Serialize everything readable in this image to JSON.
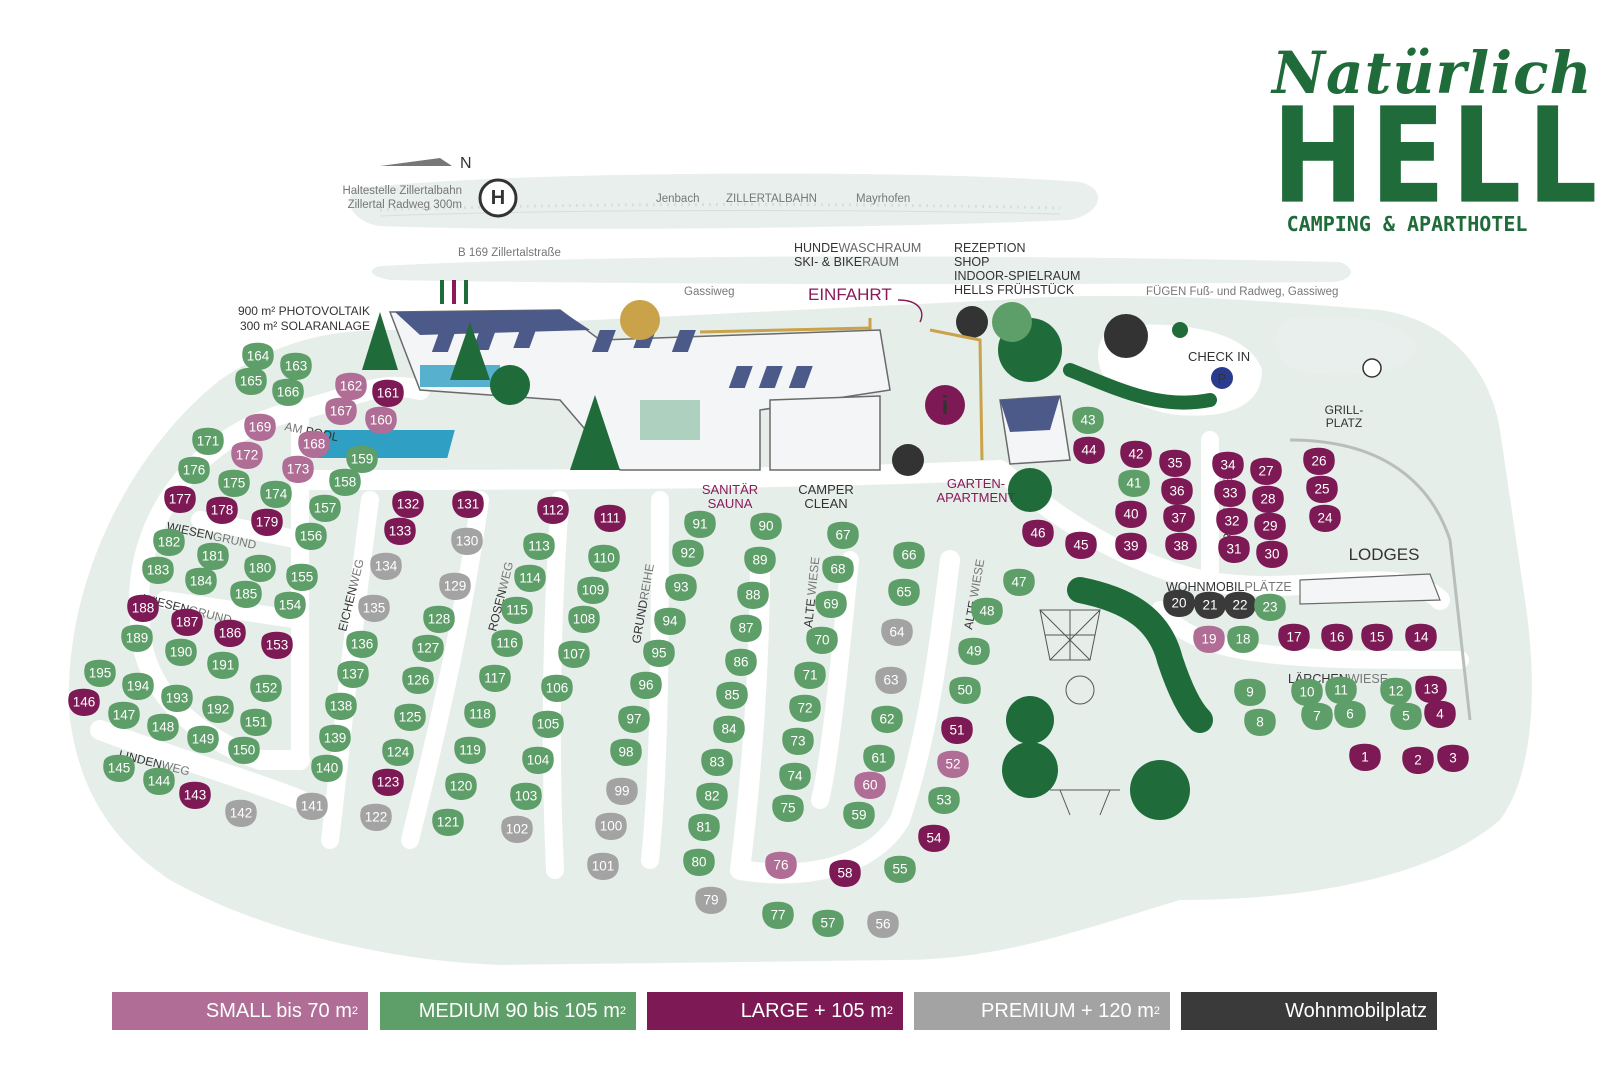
{
  "logo": {
    "script": "Natürlich",
    "main": "HELL",
    "sub": "CAMPING & APARTHOTEL"
  },
  "north": "N",
  "labels": {
    "stop_line1": "Haltestelle Zillertalbahn",
    "stop_line2": "Zillertal Radweg 300m",
    "stop_icon": "H",
    "train_west": "Jenbach",
    "train": "ZILLERTALBAHN",
    "train_east": "Mayrhofen",
    "highway": "B 169 Zillertalstraße",
    "gassiweg": "Gassiweg",
    "fuegen": "FÜGEN Fuß- und Radweg, Gassiweg",
    "pv1": "900 m² PHOTOVOLTAIK",
    "pv2": "300 m² SOLARANLAGE",
    "hunde_a": "HUNDE",
    "hunde_b": "WASCHRAUM",
    "ski_a": "SKI- & BIKE",
    "ski_b": "RAUM",
    "einfahrt": "EINFAHRT",
    "rezeption": "REZEPTION",
    "shop": "SHOP",
    "indoor": "INDOOR-SPIELRAUM",
    "fruehstueck": "HELLS FRÜHSTÜCK",
    "checkin": "CHECK IN",
    "parking": "P",
    "grill1": "GRILL-",
    "grill2": "PLATZ",
    "info": "i",
    "sanitaer": "SANITÄR",
    "sauna": "SAUNA",
    "camper1": "CAMPER",
    "camper2": "CLEAN",
    "garten1": "GARTEN-",
    "garten2": "APARTMENT",
    "lodges": "LODGES",
    "wohnmobil_a": "WOHNMOBIL",
    "wohnmobil_b": "PLÄTZE",
    "laerchen_a": "LÄRCHEN",
    "laerchen_b": "WIESE",
    "laerchenwiese_v_a": "LÄRCHEN",
    "laerchenwiese_v_b": "WIESE",
    "am_pool_a": "AM",
    "am_pool_b": "POOL",
    "wiesen1_a": "WIESEN",
    "wiesen1_b": "GRUND",
    "wiesen2_a": "WIESEN",
    "wiesen2_b": "GRUND",
    "linden_a": "LINDEN",
    "linden_b": "WEG",
    "eichenweg_a": "EICHEN",
    "eichenweg_b": "WEG",
    "rosenweg_a": "ROSEN",
    "rosenweg_b": "WEG",
    "grundreihe_a": "GRUND",
    "grundreihe_b": "REIHE",
    "altewiese1_a": "ALTE",
    "altewiese1_b": "WIESE",
    "altewiese2_a": "ALTE",
    "altewiese2_b": "WIESE"
  },
  "colors": {
    "small": "#b06d95",
    "medium": "#5e9e68",
    "large": "#7d1a55",
    "premium": "#a3a3a3",
    "wohnmobil": "#3a3a3a",
    "ground": "#e6eeea",
    "brand_green": "#1f6b3a",
    "accent_red": "#8a1a5a"
  },
  "legend": [
    {
      "label": "SMALL bis 70 m",
      "sup": "2",
      "color": "#b06d95"
    },
    {
      "label": "MEDIUM 90 bis 105 m",
      "sup": "2",
      "color": "#5e9e68"
    },
    {
      "label": "LARGE + 105 m",
      "sup": "2",
      "color": "#7d1a55"
    },
    {
      "label": "PREMIUM + 120 m",
      "sup": "2",
      "color": "#a3a3a3"
    },
    {
      "label": "Wohnmobilplatz",
      "sup": "",
      "color": "#3a3a3a"
    }
  ],
  "pitches": [
    {
      "n": "1",
      "t": "large"
    },
    {
      "n": "2",
      "t": "large"
    },
    {
      "n": "3",
      "t": "large"
    },
    {
      "n": "4",
      "t": "large"
    },
    {
      "n": "5",
      "t": "medium"
    },
    {
      "n": "6",
      "t": "medium"
    },
    {
      "n": "7",
      "t": "medium"
    },
    {
      "n": "8",
      "t": "medium"
    },
    {
      "n": "9",
      "t": "medium"
    },
    {
      "n": "10",
      "t": "medium"
    },
    {
      "n": "11",
      "t": "medium"
    },
    {
      "n": "12",
      "t": "medium"
    },
    {
      "n": "13",
      "t": "large"
    },
    {
      "n": "14",
      "t": "large"
    },
    {
      "n": "15",
      "t": "large"
    },
    {
      "n": "16",
      "t": "large"
    },
    {
      "n": "17",
      "t": "large"
    },
    {
      "n": "18",
      "t": "medium"
    },
    {
      "n": "19",
      "t": "small"
    },
    {
      "n": "20",
      "t": "wohnmobil"
    },
    {
      "n": "21",
      "t": "wohnmobil"
    },
    {
      "n": "22",
      "t": "wohnmobil"
    },
    {
      "n": "23",
      "t": "medium"
    },
    {
      "n": "24",
      "t": "large"
    },
    {
      "n": "25",
      "t": "large"
    },
    {
      "n": "26",
      "t": "large"
    },
    {
      "n": "27",
      "t": "large"
    },
    {
      "n": "28",
      "t": "large"
    },
    {
      "n": "29",
      "t": "large"
    },
    {
      "n": "30",
      "t": "large"
    },
    {
      "n": "31",
      "t": "large"
    },
    {
      "n": "32",
      "t": "large"
    },
    {
      "n": "33",
      "t": "large"
    },
    {
      "n": "34",
      "t": "large"
    },
    {
      "n": "35",
      "t": "large"
    },
    {
      "n": "36",
      "t": "large"
    },
    {
      "n": "37",
      "t": "large"
    },
    {
      "n": "38",
      "t": "large"
    },
    {
      "n": "39",
      "t": "large"
    },
    {
      "n": "40",
      "t": "large"
    },
    {
      "n": "41",
      "t": "medium"
    },
    {
      "n": "42",
      "t": "large"
    },
    {
      "n": "43",
      "t": "medium"
    },
    {
      "n": "44",
      "t": "large"
    },
    {
      "n": "45",
      "t": "large"
    },
    {
      "n": "46",
      "t": "large"
    },
    {
      "n": "47",
      "t": "medium"
    },
    {
      "n": "48",
      "t": "medium"
    },
    {
      "n": "49",
      "t": "medium"
    },
    {
      "n": "50",
      "t": "medium"
    },
    {
      "n": "51",
      "t": "large"
    },
    {
      "n": "52",
      "t": "small"
    },
    {
      "n": "53",
      "t": "medium"
    },
    {
      "n": "54",
      "t": "large"
    },
    {
      "n": "55",
      "t": "medium"
    },
    {
      "n": "56",
      "t": "premium"
    },
    {
      "n": "57",
      "t": "medium"
    },
    {
      "n": "58",
      "t": "large"
    },
    {
      "n": "59",
      "t": "medium"
    },
    {
      "n": "60",
      "t": "small"
    },
    {
      "n": "61",
      "t": "medium"
    },
    {
      "n": "62",
      "t": "medium"
    },
    {
      "n": "63",
      "t": "premium"
    },
    {
      "n": "64",
      "t": "premium"
    },
    {
      "n": "65",
      "t": "medium"
    },
    {
      "n": "66",
      "t": "medium"
    },
    {
      "n": "67",
      "t": "medium"
    },
    {
      "n": "68",
      "t": "medium"
    },
    {
      "n": "69",
      "t": "medium"
    },
    {
      "n": "70",
      "t": "medium"
    },
    {
      "n": "71",
      "t": "medium"
    },
    {
      "n": "72",
      "t": "medium"
    },
    {
      "n": "73",
      "t": "medium"
    },
    {
      "n": "74",
      "t": "medium"
    },
    {
      "n": "75",
      "t": "medium"
    },
    {
      "n": "76",
      "t": "small"
    },
    {
      "n": "77",
      "t": "medium"
    },
    {
      "n": "79",
      "t": "premium"
    },
    {
      "n": "80",
      "t": "medium"
    },
    {
      "n": "81",
      "t": "medium"
    },
    {
      "n": "82",
      "t": "medium"
    },
    {
      "n": "83",
      "t": "medium"
    },
    {
      "n": "84",
      "t": "medium"
    },
    {
      "n": "85",
      "t": "medium"
    },
    {
      "n": "86",
      "t": "medium"
    },
    {
      "n": "87",
      "t": "medium"
    },
    {
      "n": "88",
      "t": "medium"
    },
    {
      "n": "89",
      "t": "medium"
    },
    {
      "n": "90",
      "t": "medium"
    },
    {
      "n": "91",
      "t": "medium"
    },
    {
      "n": "92",
      "t": "medium"
    },
    {
      "n": "93",
      "t": "medium"
    },
    {
      "n": "94",
      "t": "medium"
    },
    {
      "n": "95",
      "t": "medium"
    },
    {
      "n": "96",
      "t": "medium"
    },
    {
      "n": "97",
      "t": "medium"
    },
    {
      "n": "98",
      "t": "medium"
    },
    {
      "n": "99",
      "t": "premium"
    },
    {
      "n": "100",
      "t": "premium"
    },
    {
      "n": "101",
      "t": "premium"
    },
    {
      "n": "102",
      "t": "premium"
    },
    {
      "n": "103",
      "t": "medium"
    },
    {
      "n": "104",
      "t": "medium"
    },
    {
      "n": "105",
      "t": "medium"
    },
    {
      "n": "106",
      "t": "medium"
    },
    {
      "n": "107",
      "t": "medium"
    },
    {
      "n": "108",
      "t": "medium"
    },
    {
      "n": "109",
      "t": "medium"
    },
    {
      "n": "110",
      "t": "medium"
    },
    {
      "n": "111",
      "t": "large"
    },
    {
      "n": "112",
      "t": "large"
    },
    {
      "n": "113",
      "t": "medium"
    },
    {
      "n": "114",
      "t": "medium"
    },
    {
      "n": "115",
      "t": "medium"
    },
    {
      "n": "116",
      "t": "medium"
    },
    {
      "n": "117",
      "t": "medium"
    },
    {
      "n": "118",
      "t": "medium"
    },
    {
      "n": "119",
      "t": "medium"
    },
    {
      "n": "120",
      "t": "medium"
    },
    {
      "n": "121",
      "t": "medium"
    },
    {
      "n": "122",
      "t": "premium"
    },
    {
      "n": "123",
      "t": "large"
    },
    {
      "n": "124",
      "t": "medium"
    },
    {
      "n": "125",
      "t": "medium"
    },
    {
      "n": "126",
      "t": "medium"
    },
    {
      "n": "127",
      "t": "medium"
    },
    {
      "n": "128",
      "t": "medium"
    },
    {
      "n": "129",
      "t": "premium"
    },
    {
      "n": "130",
      "t": "premium"
    },
    {
      "n": "131",
      "t": "large"
    },
    {
      "n": "132",
      "t": "large"
    },
    {
      "n": "133",
      "t": "large"
    },
    {
      "n": "134",
      "t": "premium"
    },
    {
      "n": "135",
      "t": "premium"
    },
    {
      "n": "136",
      "t": "medium"
    },
    {
      "n": "137",
      "t": "medium"
    },
    {
      "n": "138",
      "t": "medium"
    },
    {
      "n": "139",
      "t": "medium"
    },
    {
      "n": "140",
      "t": "medium"
    },
    {
      "n": "141",
      "t": "premium"
    },
    {
      "n": "142",
      "t": "premium"
    },
    {
      "n": "143",
      "t": "large"
    },
    {
      "n": "144",
      "t": "medium"
    },
    {
      "n": "145",
      "t": "medium"
    },
    {
      "n": "146",
      "t": "large"
    },
    {
      "n": "147",
      "t": "medium"
    },
    {
      "n": "148",
      "t": "medium"
    },
    {
      "n": "149",
      "t": "medium"
    },
    {
      "n": "150",
      "t": "medium"
    },
    {
      "n": "151",
      "t": "medium"
    },
    {
      "n": "152",
      "t": "medium"
    },
    {
      "n": "153",
      "t": "large"
    },
    {
      "n": "154",
      "t": "medium"
    },
    {
      "n": "155",
      "t": "medium"
    },
    {
      "n": "156",
      "t": "medium"
    },
    {
      "n": "157",
      "t": "medium"
    },
    {
      "n": "158",
      "t": "medium"
    },
    {
      "n": "159",
      "t": "medium"
    },
    {
      "n": "160",
      "t": "small"
    },
    {
      "n": "161",
      "t": "large"
    },
    {
      "n": "162",
      "t": "small"
    },
    {
      "n": "163",
      "t": "medium"
    },
    {
      "n": "164",
      "t": "medium"
    },
    {
      "n": "165",
      "t": "medium"
    },
    {
      "n": "166",
      "t": "medium"
    },
    {
      "n": "167",
      "t": "small"
    },
    {
      "n": "168",
      "t": "small"
    },
    {
      "n": "169",
      "t": "small"
    },
    {
      "n": "171",
      "t": "medium"
    },
    {
      "n": "172",
      "t": "small"
    },
    {
      "n": "173",
      "t": "small"
    },
    {
      "n": "174",
      "t": "medium"
    },
    {
      "n": "175",
      "t": "medium"
    },
    {
      "n": "176",
      "t": "medium"
    },
    {
      "n": "177",
      "t": "large"
    },
    {
      "n": "178",
      "t": "large"
    },
    {
      "n": "179",
      "t": "large"
    },
    {
      "n": "180",
      "t": "medium"
    },
    {
      "n": "181",
      "t": "medium"
    },
    {
      "n": "182",
      "t": "medium"
    },
    {
      "n": "183",
      "t": "medium"
    },
    {
      "n": "184",
      "t": "medium"
    },
    {
      "n": "185",
      "t": "medium"
    },
    {
      "n": "186",
      "t": "large"
    },
    {
      "n": "187",
      "t": "large"
    },
    {
      "n": "188",
      "t": "large"
    },
    {
      "n": "189",
      "t": "medium"
    },
    {
      "n": "190",
      "t": "medium"
    },
    {
      "n": "191",
      "t": "medium"
    },
    {
      "n": "192",
      "t": "medium"
    },
    {
      "n": "193",
      "t": "medium"
    },
    {
      "n": "194",
      "t": "medium"
    },
    {
      "n": "195",
      "t": "medium"
    }
  ]
}
